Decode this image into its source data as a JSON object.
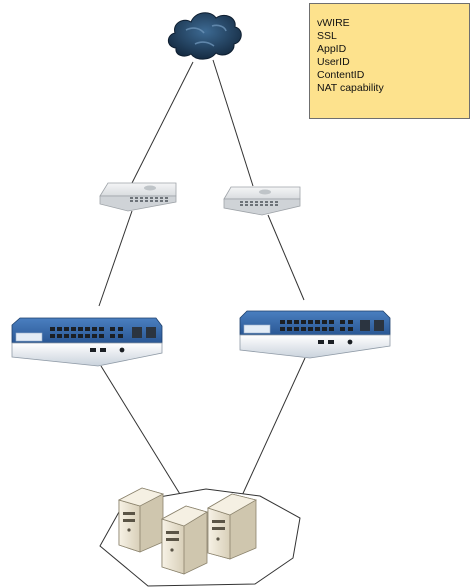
{
  "note": {
    "lines": [
      "vWIRE",
      "SSL",
      "AppID",
      "UserID",
      "ContentID",
      "NAT capability"
    ]
  },
  "icons": {
    "cloud": "cloud-icon",
    "switch": "network-switch-icon",
    "firewall": "firewall-appliance-icon",
    "server": "server-tower-icon"
  },
  "colors": {
    "note_fill": "#fde28d",
    "cloud": "#1f3b57",
    "firewall_blue": "#2f5f9e",
    "switch_body": "#e6e8ea",
    "server_body": "#efe9da"
  }
}
